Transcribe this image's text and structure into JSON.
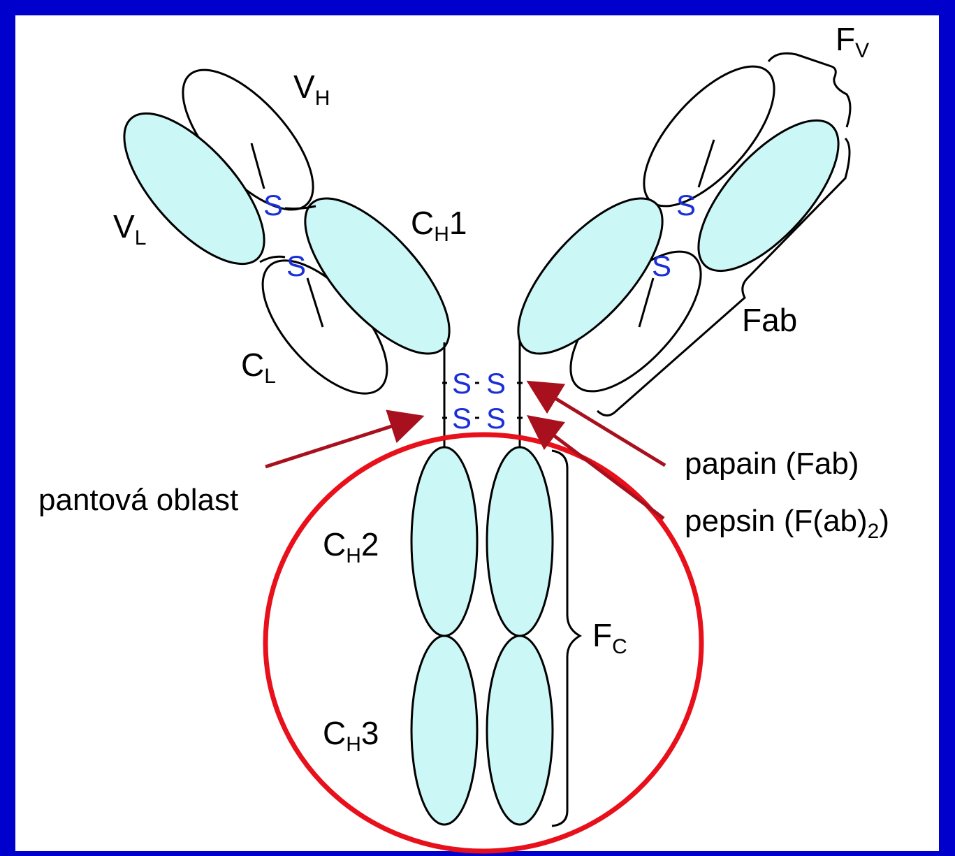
{
  "colors": {
    "frame": "#0000cc",
    "canvas": "#ffffff",
    "domain_fill": "#ccf7f7",
    "outline": "#000000",
    "disulfide": "#1a2fd6",
    "arrow": "#a8101e",
    "circle": "#e8101a"
  },
  "labels": {
    "vh": {
      "main": "V",
      "sub": "H"
    },
    "vl": {
      "main": "V",
      "sub": "L"
    },
    "cl": {
      "main": "C",
      "sub": "L"
    },
    "ch1": {
      "main": "C",
      "sub": "H",
      "suffix": "1"
    },
    "ch2": {
      "main": "C",
      "sub": "H",
      "suffix": "2"
    },
    "ch3": {
      "main": "C",
      "sub": "H",
      "suffix": "3"
    },
    "fv": {
      "main": "F",
      "sub": "V"
    },
    "fc": {
      "main": "F",
      "sub": "C"
    },
    "fab": "Fab"
  },
  "disulfide_symbol": "S",
  "annotations": {
    "hinge": "pantová oblast",
    "papain": "papain (Fab)",
    "pepsin": {
      "prefix": "pepsin (F(ab)",
      "sub": "2",
      "suffix": ")"
    }
  }
}
